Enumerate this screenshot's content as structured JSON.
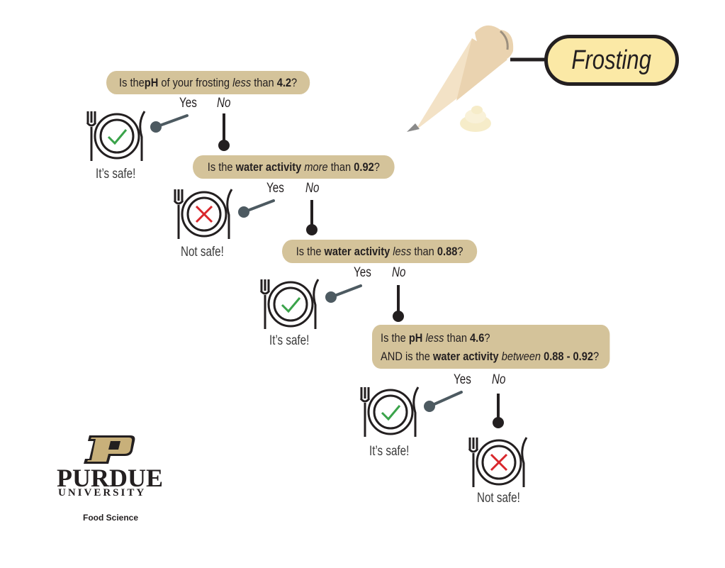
{
  "title": "Frosting",
  "questions": [
    {
      "pre": "Is the ",
      "b1": "pH",
      "mid1": " of your frosting ",
      "i1": "less",
      "mid2": " than ",
      "b2": "4.2",
      "post": "?"
    },
    {
      "pre": "Is the ",
      "b1": "water activity",
      "mid1": " ",
      "i1": "more",
      "mid2": " than ",
      "b2": "0.92",
      "post": "?"
    },
    {
      "pre": "Is the ",
      "b1": "water activity",
      "mid1": " ",
      "i1": "less",
      "mid2": " than ",
      "b2": "0.88",
      "post": "?"
    },
    {
      "line1": {
        "pre": "Is the ",
        "b1": "pH",
        "mid1": " ",
        "i1": "less",
        "mid2": " than ",
        "b2": "4.6",
        "post": "?"
      },
      "line2": {
        "pre": "AND is the ",
        "b1": "water activity",
        "mid1": " ",
        "i1": "between",
        "mid2": " ",
        "b2": "0.88 - 0.92",
        "post": "?"
      }
    }
  ],
  "yes_label": "Yes",
  "no_label": "No",
  "outcomes": [
    {
      "text": "It’s safe!",
      "safe": true,
      "icon": "check-icon"
    },
    {
      "text": "Not safe!",
      "safe": false,
      "icon": "x-icon"
    },
    {
      "text": "It’s safe!",
      "safe": true,
      "icon": "check-icon"
    },
    {
      "text": "It’s safe!",
      "safe": true,
      "icon": "check-icon"
    },
    {
      "text": "Not safe!",
      "safe": false,
      "icon": "x-icon"
    }
  ],
  "logo": {
    "name": "PURDUE",
    "sub": "UNIVERSITY",
    "dept": "Food Science"
  },
  "colors": {
    "pill": "#d4c39a",
    "check": "#3aa34a",
    "cross": "#d9262b",
    "title_fill": "#fbe9a6",
    "connector": "#4d5a61"
  }
}
